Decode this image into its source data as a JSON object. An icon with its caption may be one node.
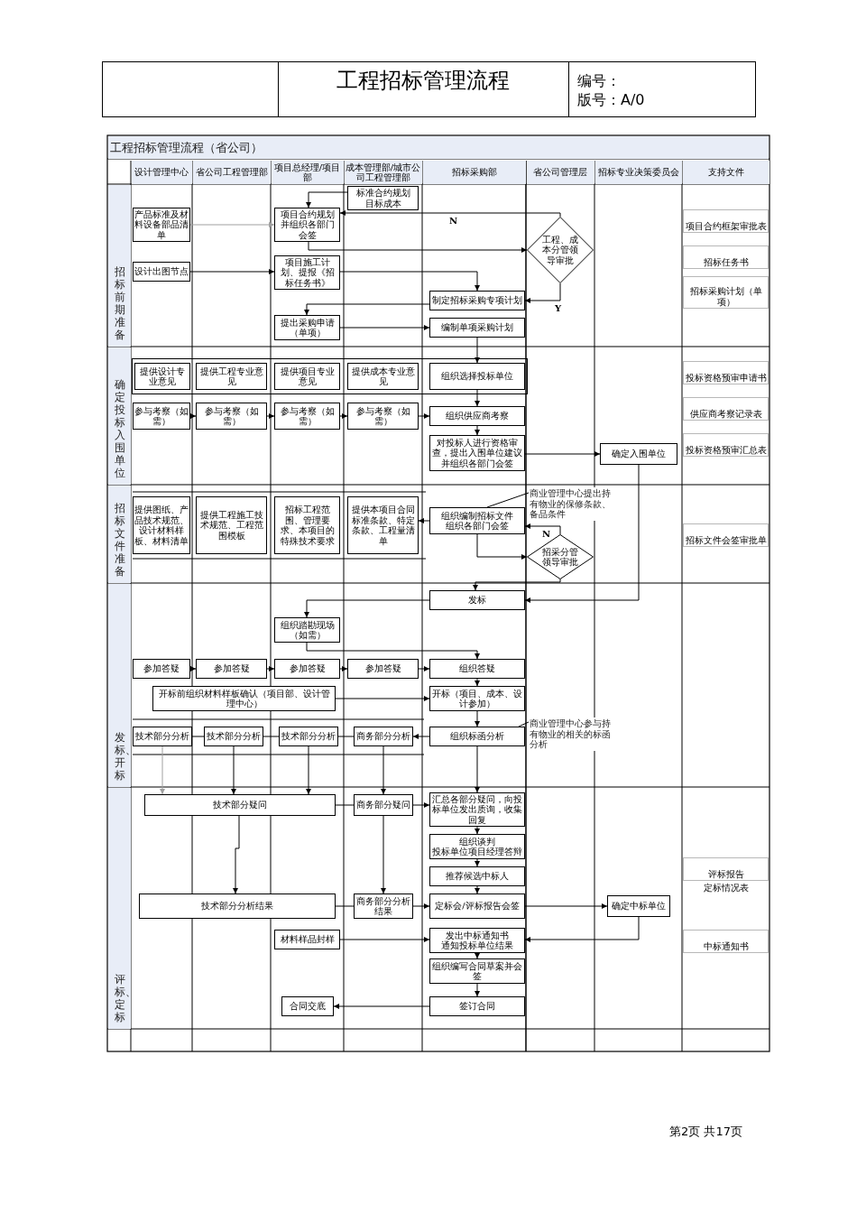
{
  "diagram": {
    "title": "工程招标管理流程",
    "nodes": [
      {
        "text": [
          "标准合约规划",
          "目标成本"
        ]
      },
      {
        "text": [
          "产品标准及材料设备部品清单"
        ]
      },
      {
        "text": [
          "项目合约规划",
          "并组织各部门会签"
        ]
      },
      {
        "text": [
          "工程、成本分管领导审批"
        ]
      },
      {
        "text": [
          "设计出图节点"
        ]
      },
      {
        "text": [
          "项目施工计划、提报《招标任务书》"
        ]
      },
      {
        "text": [
          "制定招标采购专项计划"
        ]
      },
      {
        "text": [
          "提出采购申请（单项）"
        ]
      },
      {
        "text": [
          "编制单项采购计划"
        ]
      },
      {
        "text": [
          "项目合约框架审批表"
        ]
      },
      {
        "text": [
          "招标任务书"
        ]
      },
      {
        "text": [
          "招标采购计划（单项）"
        ]
      },
      {
        "text": [],
        "shape": "box"
      },
      {
        "text": [
          "提供设计专业意见"
        ],
        "in": 12
      },
      {
        "text": [
          "提供工程专业意见"
        ],
        "in": 12
      },
      {
        "text": [
          "提供项目专业意见"
        ],
        "in": 12
      },
      {
        "text": [
          "提供成本专业意见"
        ],
        "in": 12
      },
      {
        "text": [
          "组织选择投标单位"
        ],
        "in": 12
      },
      {
        "text": [
          "参与考察（如需）"
        ]
      },
      {
        "text": [
          "参与考察（如需）"
        ]
      },
      {
        "text": [
          "参与考察（如需）"
        ]
      },
      {
        "text": [
          "参与考察（如需）"
        ]
      },
      {
        "text": [
          "组织供应商考察"
        ]
      },
      {
        "text": [
          "对投标人进行资格审查，提出入围单位建议并组织各部门会签"
        ]
      },
      {
        "text": [
          "确定入围单位"
        ]
      },
      {
        "text": [
          "投标资格预审申请书"
        ]
      },
      {
        "text": [
          "供应商考察记录表"
        ]
      },
      {
        "text": [
          "投标资格预审汇总表"
        ]
      },
      {
        "text": [
          "提供图纸、产品技术规范、设计材料样板、材料清单"
        ]
      },
      {
        "text": [
          "提供工程施工技术规范、工程范围模板"
        ]
      },
      {
        "text": [
          "招标工程范围、管理要求、本项目的特殊技术要求"
        ]
      },
      {
        "text": [
          "提供本项目合同标准条款、特定条款、工程量清单"
        ]
      },
      {
        "text": [
          "组织编制招标文件",
          "组织各部门会签"
        ]
      },
      {
        "text": [
          "招采分管领导审批"
        ]
      },
      {
        "text": [
          "招标文件会签审批单"
        ]
      },
      {
        "text": [
          "商业管理中心提出持有物业的保修条款、备品条件"
        ]
      },
      {
        "text": [
          "发标"
        ]
      },
      {
        "text": [
          "组织踏勘现场（如需）"
        ]
      },
      {
        "text": [
          "参加答疑"
        ]
      },
      {
        "text": [
          "参加答疑"
        ]
      },
      {
        "text": [
          "参加答疑"
        ]
      },
      {
        "text": [
          "参加答疑"
        ]
      },
      {
        "text": [
          "组织答疑"
        ]
      },
      {
        "text": [
          "开标前组织材料样板确认（项目部、设计管理中心）"
        ]
      },
      {
        "text": [
          "开标（项目、成本、设计参加）"
        ]
      },
      {
        "text": [
          "技术部分分析"
        ]
      },
      {
        "text": [
          "技术部分分析"
        ]
      },
      {
        "text": [
          "技术部分分析"
        ]
      },
      {
        "text": [
          "商务部分分析"
        ]
      },
      {
        "text": [
          "组织标函分析"
        ]
      },
      {
        "text": [
          "商业管理中心参与持有物业的相关的标函分析"
        ]
      },
      {
        "text": [
          "技术部分疑问"
        ]
      },
      {
        "text": [
          "商务部分疑问"
        ]
      },
      {
        "text": [
          "汇总各部分疑问，向投标单位发出质询，收集回复"
        ]
      },
      {
        "text": [
          "组织谈判",
          "投标单位项目经理答辩"
        ]
      },
      {
        "text": [
          "推荐候选中标人"
        ]
      },
      {
        "text": [
          "技术部分分析结果"
        ]
      },
      {
        "text": [
          "商务部分分析结果"
        ]
      },
      {
        "text": [
          "定标会/评标报告会签"
        ]
      },
      {
        "text": [
          "确定中标单位"
        ]
      },
      {
        "text": [
          "评标报告"
        ],
        "beside": [
          "定标情况表"
        ]
      },
      {
        "text": [
          "材料样品封样"
        ]
      },
      {
        "text": [
          "发出中标通知书",
          "通知投标单位结果"
        ]
      },
      {
        "text": [
          "中标通知书"
        ]
      },
      {
        "text": [
          "组织编写合同草案并会签"
        ]
      },
      {
        "text": [
          "合同交底"
        ]
      },
      {
        "text": [
          "签订合同"
        ]
      }
    ],
    "edges": [
      {
        "from": 0,
        "to": 2,
        "arrow": "to"
      },
      {
        "from": 1,
        "to": 2,
        "arrow": "to",
        "color": "#a0a0a0"
      },
      {
        "from": 2,
        "to": 3,
        "arrow": "to"
      },
      {
        "from": 3,
        "to": 2,
        "arrow": "to",
        "label": "N"
      },
      {
        "from": 3,
        "to": 6,
        "arrow": "to",
        "label": "Y"
      },
      {
        "from": 5,
        "to": 6,
        "arrow": "to"
      },
      {
        "from": 4,
        "to": 5,
        "arrow": "to"
      },
      {
        "from": 6,
        "to": 7,
        "arrow": "to"
      },
      {
        "from": 7,
        "to": 8,
        "arrow": "to"
      },
      {
        "from": 8,
        "to": 17,
        "arrow": "to"
      },
      {
        "from": 17,
        "to": 22,
        "arrow": "to"
      },
      {
        "from": 22,
        "to": 23,
        "arrow": "to"
      },
      {
        "from": 18,
        "to": 19,
        "arrow": "to"
      },
      {
        "from": 19,
        "to": 20,
        "arrow": "to"
      },
      {
        "from": 20,
        "to": 21,
        "arrow": "to"
      },
      {
        "from": 21,
        "to": 22,
        "arrow": "to"
      },
      {
        "from": 23,
        "to": 24,
        "arrow": "to"
      },
      {
        "from": 24,
        "to": 36,
        "arrow": "to"
      },
      {
        "from": 32,
        "to": 31,
        "arrow": "to"
      },
      {
        "from": 32,
        "to": 33,
        "arrow": "to"
      },
      {
        "from": 33,
        "to": 32,
        "arrow": "to",
        "label": "N"
      },
      {
        "from": 33,
        "to": 36,
        "arrow": "to"
      },
      {
        "from": 35,
        "to": 32,
        "arrow": "none"
      },
      {
        "from": 36,
        "to": 37,
        "arrow": "to"
      },
      {
        "from": 37,
        "to": 42,
        "arrow": "to"
      },
      {
        "from": 38,
        "to": 39,
        "arrow": "to"
      },
      {
        "from": 39,
        "to": 40,
        "arrow": "to"
      },
      {
        "from": 40,
        "to": 41,
        "arrow": "to"
      },
      {
        "from": 41,
        "to": 42,
        "arrow": "to"
      },
      {
        "from": 42,
        "to": 44,
        "arrow": "to"
      },
      {
        "from": 43,
        "to": 44,
        "arrow": "to"
      },
      {
        "from": 44,
        "to": 49,
        "arrow": "to"
      },
      {
        "from": 45,
        "to": 46,
        "arrow": "none"
      },
      {
        "from": 46,
        "to": 47,
        "arrow": "none"
      },
      {
        "from": 47,
        "to": 48,
        "arrow": "none"
      },
      {
        "from": 49,
        "to": 48,
        "arrow": "to"
      },
      {
        "from": 45,
        "to": 51,
        "arrow": "to",
        "color": "#a0a0a0"
      },
      {
        "from": 46,
        "to": 51,
        "arrow": "to"
      },
      {
        "from": 47,
        "to": 51,
        "arrow": "to"
      },
      {
        "from": 48,
        "to": 52,
        "arrow": "to"
      },
      {
        "from": 49,
        "to": 53,
        "arrow": "to"
      },
      {
        "from": 51,
        "to": 52,
        "arrow": "none"
      },
      {
        "from": 52,
        "to": 53,
        "arrow": "to"
      },
      {
        "from": 51,
        "to": 56,
        "arrow": "to"
      },
      {
        "from": 52,
        "to": 57,
        "arrow": "to"
      },
      {
        "from": 56,
        "to": 57,
        "arrow": "none"
      },
      {
        "from": 57,
        "to": 58,
        "arrow": "to"
      },
      {
        "from": 53,
        "to": 54,
        "arrow": "to"
      },
      {
        "from": 54,
        "to": 55,
        "arrow": "to"
      },
      {
        "from": 55,
        "to": 58,
        "arrow": "to"
      },
      {
        "from": 58,
        "to": 59,
        "arrow": "to"
      },
      {
        "from": 59,
        "to": 62,
        "arrow": "to"
      },
      {
        "from": 61,
        "to": 62,
        "arrow": "to"
      },
      {
        "from": 62,
        "to": 64,
        "arrow": "to"
      },
      {
        "from": 64,
        "to": 66,
        "arrow": "to"
      },
      {
        "from": 66,
        "to": 65,
        "arrow": "to"
      },
      {
        "from": 50,
        "to": 49,
        "arrow": "none"
      }
    ],
    "labels": [
      "编号：",
      "版号：A/0",
      "工程招标管理流程（省公司）",
      "设计管理中心",
      "省公司工程管理部",
      "项目总经理/项目部",
      "成本管理部/城市公司工程管理部",
      "招标采购部",
      "省公司管理层",
      "招标专业决策委员会",
      "支持文件",
      "招标前期准备",
      "确定投标入围单位",
      "招标文件准备",
      "发标、开标",
      "评标、定标",
      "第2页 共17页"
    ]
  }
}
